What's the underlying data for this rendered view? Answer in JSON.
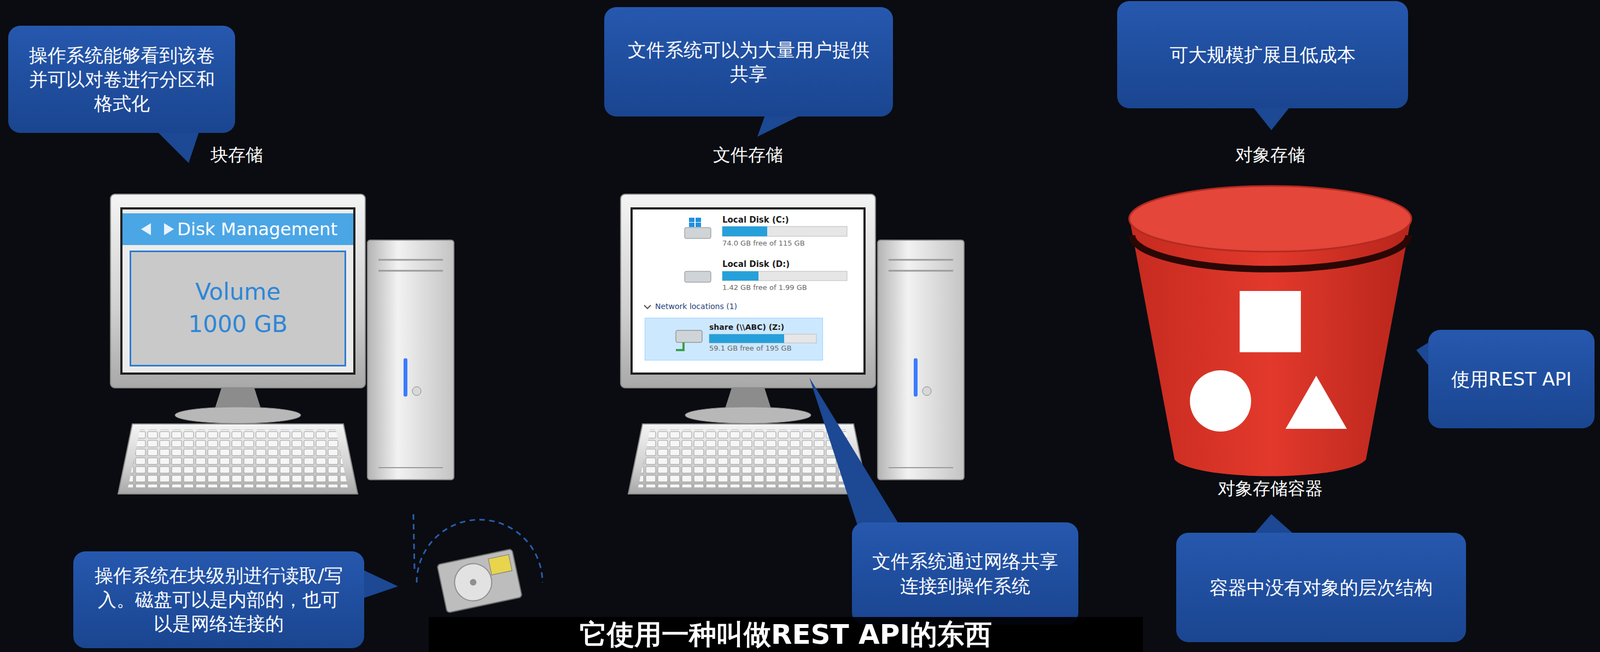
{
  "diagram": {
    "nodes": [
      {
        "text": [
          "操作系统能够看到该卷并可以对卷进行分区和格式化"
        ]
      },
      {
        "text": [
          "Disk Management"
        ]
      },
      {
        "text": [
          "Volume 1000 GB"
        ]
      },
      {
        "text": [
          "文件系统可以为大量用户提供共享"
        ]
      },
      {
        "text": [
          "share (\\\\ABC) (Z:)",
          "59.1 GB free of 195 GB"
        ]
      },
      {
        "text": [
          "可大规模扩展且低成本"
        ]
      },
      {
        "text": [
          "使用REST API"
        ]
      },
      {
        "text": [
          "文件系统通过网络共享连接到操作系统"
        ]
      },
      {
        "text": [
          "操作系统在块级别进行读取/写入。磁盘可以是内部的，也可以是网络连接的"
        ]
      },
      {
        "text": [
          "容器中没有对象的层次结构"
        ]
      }
    ],
    "labels": [
      "块存储",
      "文件存储",
      "对象存储",
      "Local Disk (C:)",
      "74.0 GB free of 115 GB",
      "Local Disk (D:)",
      "1.42 GB free of 1.99 GB",
      "Network locations (1)",
      "对象存储容器",
      "它使用一种叫做REST API的东西"
    ]
  }
}
